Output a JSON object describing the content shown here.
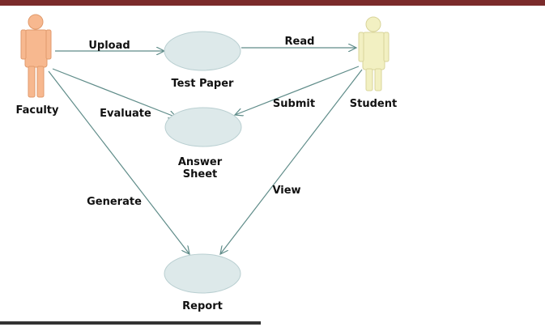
{
  "actors": {
    "faculty": {
      "name": "Faculty",
      "color": "#f7b88f",
      "stroke": "#e09a6c"
    },
    "student": {
      "name": "Student",
      "color": "#f2f0c2",
      "stroke": "#d8d49a"
    }
  },
  "use_cases": {
    "test_paper": "Test Paper",
    "answer_sheet": [
      "Answer",
      "Sheet"
    ],
    "report": "Report"
  },
  "relations": {
    "upload": "Upload",
    "read": "Read",
    "evaluate": "Evaluate",
    "submit": "Submit",
    "generate": "Generate",
    "view": "View"
  },
  "colors": {
    "top_rule": "#7b2b2b",
    "bottom_rule": "#333333",
    "use_case_fill": "#dde9ea",
    "use_case_stroke": "#b9cfd1",
    "connector": "#5f8c89"
  }
}
